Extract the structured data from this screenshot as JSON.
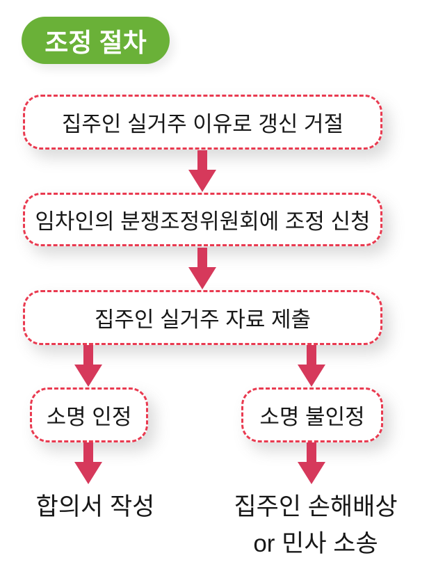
{
  "colors": {
    "green": "#6ab138",
    "dash_red": "#e93a50",
    "arrow_red": "#d6395b",
    "text": "#171717",
    "badge_text": "#ffffff",
    "bg": "#ffffff"
  },
  "badge": {
    "label": "조정 절차"
  },
  "flow": {
    "steps": [
      {
        "label": "집주인 실거주 이유로 갱신 거절"
      },
      {
        "label": "임차인의 분쟁조정위원회에 조정 신청"
      },
      {
        "label": "집주인 실거주 자료 제출"
      }
    ],
    "branches": {
      "left": {
        "box": "소명 인정",
        "result": "합의서 작성"
      },
      "right": {
        "box": "소명 불인정",
        "result_lines": [
          "집주인 손해배상",
          "or 민사 소송"
        ]
      }
    }
  }
}
